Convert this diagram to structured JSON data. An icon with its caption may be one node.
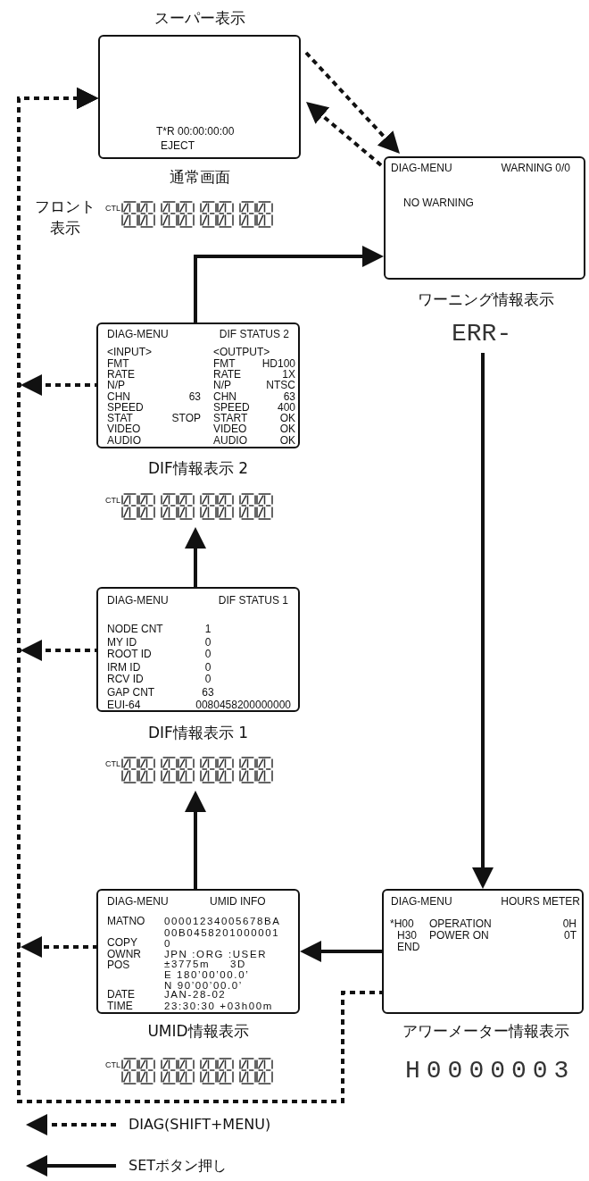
{
  "diagram": {
    "nodes": [
      {
        "text": [
          "T*R 00:00:00:00",
          "EJECT"
        ],
        "beside": [
          "スーパー表示",
          "通常画面"
        ]
      },
      {
        "text": [
          "CTL"
        ],
        "beside": [
          "フロント表示"
        ]
      },
      {
        "text": [
          "DIAG-MENU",
          "WARNING 0/0",
          "NO WARNING"
        ],
        "beside": [
          "ワーニング情報表示"
        ]
      },
      {
        "text": [
          "ERR-"
        ]
      },
      {
        "text": [
          "DIAG-MENU",
          "DIF STATUS 2",
          "<INPUT>",
          "<OUTPUT>",
          "FMT",
          "FMT",
          "HD100",
          "RATE",
          "RATE",
          "1X",
          "N/P",
          "N/P",
          "NTSC",
          "CHN",
          "63",
          "CHN",
          "63",
          "SPEED",
          "SPEED",
          "400",
          "STAT",
          "STOP",
          "START",
          "OK",
          "VIDEO",
          "VIDEO",
          "OK",
          "AUDIO",
          "AUDIO",
          "OK"
        ],
        "beside": [
          "DIF情報表示 2"
        ]
      },
      {
        "text": [
          "CTL"
        ]
      },
      {
        "text": [
          "DIAG-MENU",
          "DIF STATUS 1",
          "NODE CNT",
          "1",
          "MY ID",
          "0",
          "ROOT ID",
          "0",
          "IRM ID",
          "0",
          "RCV ID",
          "0",
          "GAP CNT",
          "63",
          "EUI-64",
          "0080458200000000"
        ],
        "beside": [
          "DIF情報表示 1"
        ]
      },
      {
        "text": [
          "CTL"
        ]
      },
      {
        "text": [
          "DIAG-MENU",
          "UMID INFO",
          "MATNO",
          "00001234005678BA",
          "00B0458201000001",
          "COPY",
          "0",
          "OWNR",
          "JPN :ORG :USER",
          "POS",
          "±3775m",
          "3D",
          "E 180’00’00.0’",
          "N 90’00’00.0’",
          "DATE",
          "JAN-28-02",
          "TIME",
          "23:30:30 +03h00m"
        ],
        "beside": [
          "UMID情報表示"
        ]
      },
      {
        "text": [
          "DIAG-MENU",
          "HOURS METER",
          "*H00",
          "OPERATION",
          "0H",
          "H30",
          "POWER ON",
          "0T",
          "END"
        ],
        "beside": [
          "アワーメーター情報表示"
        ]
      },
      {
        "text": [
          "CTL"
        ]
      },
      {
        "text": [
          "H0000003"
        ]
      }
    ],
    "edges": [
      {
        "from": 0,
        "to": 2,
        "arrow": "to",
        "style": "dashed"
      },
      {
        "from": 2,
        "to": 0,
        "arrow": "to",
        "style": "dashed"
      },
      {
        "from": 4,
        "to": 2,
        "arrow": "to"
      },
      {
        "from": 3,
        "to": 9,
        "arrow": "to"
      },
      {
        "from": 6,
        "to": 5,
        "arrow": "to"
      },
      {
        "from": 8,
        "to": 7,
        "arrow": "to"
      },
      {
        "from": 9,
        "to": 8,
        "arrow": "to"
      },
      {
        "from": 4,
        "to": 0,
        "arrow": "to",
        "style": "dashed"
      },
      {
        "from": 6,
        "to": 0,
        "arrow": "to",
        "style": "dashed"
      },
      {
        "from": 8,
        "to": 0,
        "arrow": "to",
        "style": "dashed"
      },
      {
        "from": 9,
        "to": 0,
        "arrow": "to",
        "style": "dashed"
      }
    ],
    "legend": [
      {
        "text": "DIAG(SHIFT+MENU)"
      },
      {
        "text": "SETボタン押し"
      }
    ]
  }
}
